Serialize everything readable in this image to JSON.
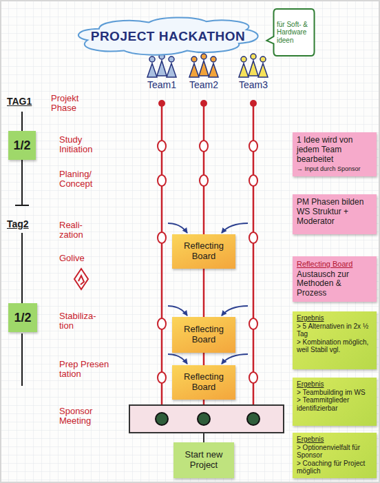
{
  "diagram": {
    "nodes": [
      {
        "text": [
          "PROJECT HACKATHON"
        ]
      },
      {
        "text": [
          "für Soft- & Hardware ideen"
        ]
      },
      {
        "text": [
          "1/2"
        ]
      },
      {
        "text": [
          "1 Idee wird von jedem Team bearbeitet",
          "→ Input durch Sponsor"
        ]
      },
      {
        "text": [
          "PM Phasen bilden WS Struktur + Moderator"
        ]
      },
      {
        "text": [
          "Reflecting Board"
        ]
      },
      {
        "text": [
          "Reflecting Board",
          "Austausch zur Methoden & Prozess"
        ]
      },
      {
        "text": [
          "1/2"
        ]
      },
      {
        "text": [
          "Reflecting Board"
        ]
      },
      {
        "text": [
          "Ergebnis",
          "> 5 Alternativen in 2x ½ Tag",
          "> Kombination möglich, weil Stabil vgl."
        ]
      },
      {
        "text": [
          "Reflecting Board"
        ]
      },
      {
        "text": [
          "Ergebnis",
          "> Teambuilding im WS",
          "> Teammitglieder identifizierbar"
        ]
      },
      {
        "text": [
          "Start new Project"
        ]
      },
      {
        "text": [
          "Ergebnis",
          "> Optionenvielfalt für Sponsor",
          "> Coaching für Project möglich"
        ]
      }
    ],
    "edges": [
      {
        "from": 5,
        "to": 8,
        "arrow": "none"
      },
      {
        "from": 8,
        "to": 10,
        "arrow": "none"
      }
    ],
    "labels": [
      "Team1",
      "Team2",
      "Team3",
      "TAG1",
      "Projekt Phase",
      "Study Initiation",
      "Planing/ Concept",
      "Tag2",
      "Reali- zation",
      "Golive",
      "Stabiliza- tion",
      "Prep Presen tation",
      "Sponsor Meeting"
    ]
  }
}
